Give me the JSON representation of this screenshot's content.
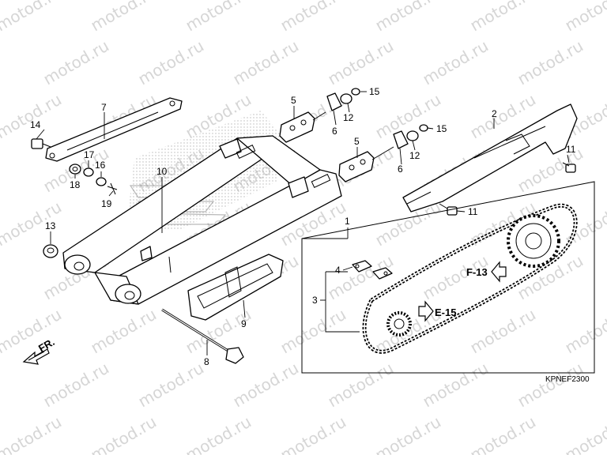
{
  "watermark_text": "motod.ru",
  "callouts": [
    "1",
    "2",
    "3",
    "4",
    "5",
    "5",
    "6",
    "6",
    "7",
    "8",
    "9",
    "10",
    "11",
    "11",
    "12",
    "12",
    "13",
    "14",
    "15",
    "15",
    "16",
    "17",
    "18",
    "19"
  ],
  "reference_labels": {
    "e15": "E-15",
    "f13": "F-13"
  },
  "direction_label": "FR.",
  "diagram_code": "KPNEF2300",
  "colors": {
    "ink": "#000000",
    "watermark": "#d6d6d6",
    "background": "#ffffff"
  }
}
